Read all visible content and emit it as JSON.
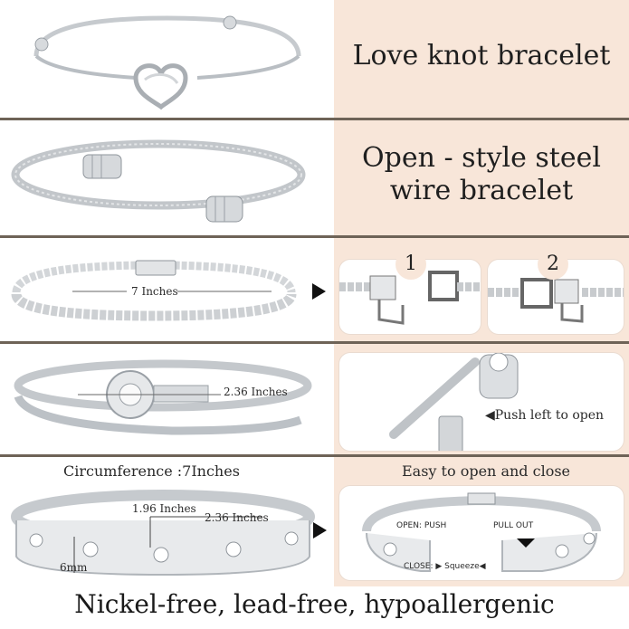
{
  "rows": [
    {
      "title_lines": [
        "Love knot bracelet"
      ]
    },
    {
      "title_lines": [
        "Open - style steel",
        "wire bracelet"
      ]
    }
  ],
  "tennis": {
    "length_label": "7 Inches",
    "step_1": "1",
    "step_2": "2"
  },
  "nail": {
    "width_label": "2.36 Inches",
    "push_label": "◀Push left to open"
  },
  "bangle": {
    "circumference_label": "Circumference :7Inches",
    "easy_label": "Easy to open and close",
    "height_label": "1.96 Inches",
    "width_label": "2.36 Inches",
    "thickness_label": "6mm",
    "open_push": "OPEN: PUSH",
    "pull_out": "PULL OUT",
    "close_label": "CLOSE: ▶ Squeeze◀"
  },
  "footer": "Nickel-free, lead-free, hypoallergenic",
  "colors": {
    "accent": "#f8e6d9",
    "divider": "#6e6357",
    "metal": "#c9cdd2"
  }
}
